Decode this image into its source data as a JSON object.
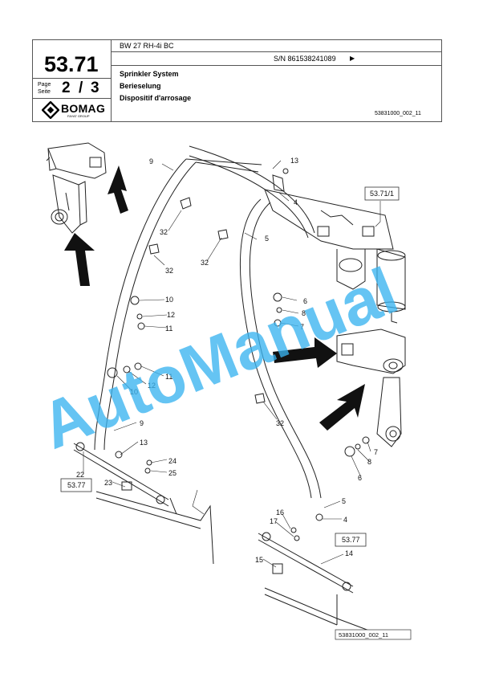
{
  "header": {
    "page_number": "53.71",
    "page_label_1": "Page",
    "page_label_2": "Seite",
    "page_current": "2",
    "page_separator": "/",
    "page_total": "3",
    "logo_text": "BOMAG",
    "logo_sub": "FAYAT GROUP",
    "model": "BW 27 RH-4i BC",
    "serial": "S/N 861538241089",
    "serial_arrow": "▶",
    "title_en": "Sprinkler System",
    "title_de": "Berieselung",
    "title_fr": "Dispositif d'arrosage",
    "drawing_id": "53831000_002_11"
  },
  "drawing": {
    "part_labels": [
      "9",
      "13",
      "4",
      "32",
      "32",
      "32",
      "5",
      "10",
      "12",
      "11",
      "6",
      "8",
      "7",
      "11",
      "12",
      "10",
      "9",
      "13",
      "24",
      "25",
      "22",
      "23",
      "7",
      "8",
      "6",
      "32",
      "5",
      "16",
      "17",
      "4",
      "15",
      "14"
    ],
    "ref_boxes": [
      "53.71/1",
      "53.77",
      "53.77"
    ],
    "footer_id": "53831000_002_11",
    "watermark": "AutoManual"
  },
  "colors": {
    "watermark": "#3ab4ef",
    "line": "#222222",
    "border": "#555555"
  }
}
